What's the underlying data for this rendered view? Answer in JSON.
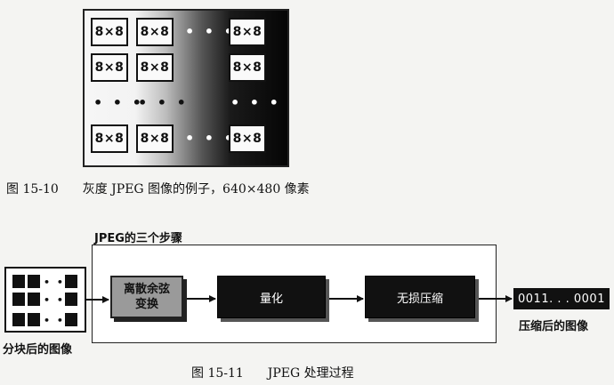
{
  "fig1": {
    "cell_label": "8×8",
    "ellipsis": "• • •",
    "caption_number": "图 15-10",
    "caption_text": "灰度 JPEG 图像的例子，640×480 像素"
  },
  "fig2": {
    "frame_title": "JPEG的三个步骤",
    "mini_ellipsis": "• • •",
    "steps": {
      "dct_line1": "离散余弦",
      "dct_line2": "变换",
      "quant": "量化",
      "lossless": "无损压缩"
    },
    "output_code": "0011. . . 0001",
    "input_label": "分块后的图像",
    "output_label": "压缩后的图像",
    "caption_number": "图 15-11",
    "caption_text": "JPEG 处理过程"
  },
  "colors": {
    "block": "#111111",
    "dct_fill": "#9a9a9a",
    "background": "#f4f4f2"
  }
}
